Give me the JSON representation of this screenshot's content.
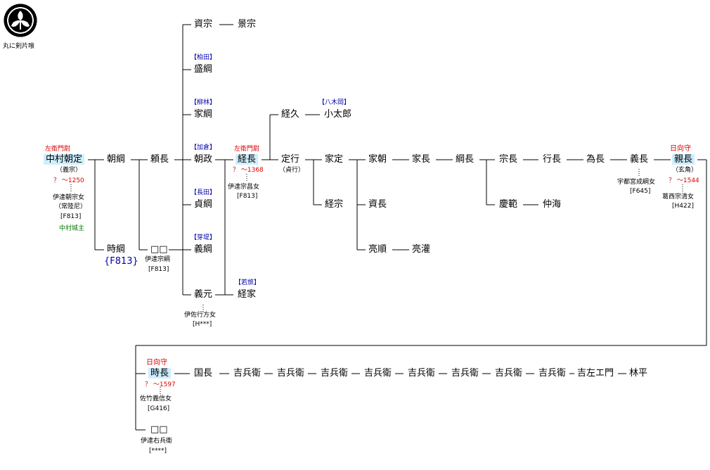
{
  "crest": {
    "label": "丸に剣片喰",
    "icon": "crest-icon"
  },
  "people": {
    "asamune": "資宗",
    "kagemune": "景宗",
    "moritsuna": "盛綱",
    "ietsuna": "家綱",
    "tomomasa": "朝政",
    "sadatsuna": "貞綱",
    "yoshitsuna": "義綱",
    "yoshimoto": "義元",
    "tsuneie": "経家",
    "tomosada": "中村朝定",
    "tomotsuna": "朝綱",
    "yorinaga": "頼長",
    "tokitsuna": "時綱",
    "unknown1": "□□",
    "tsunenaga": "経長",
    "tsunehisa": "経久",
    "kotaro": "小太郎",
    "sadayuki": "定行",
    "iesada": "家定",
    "tsunemune": "経宗",
    "ietomo": "家朝",
    "ienaga": "家長",
    "tsunanaga": "綱長",
    "munenaga": "宗長",
    "yukinaga": "行長",
    "tamenaga": "為長",
    "yoshinaga": "義長",
    "chikanaga": "親長",
    "sukenaga": "資長",
    "ryojun": "亮順",
    "ryokan": "亮灌",
    "keihan": "慶範",
    "chukai": "仲海",
    "tokinaga": "時長",
    "kuninaga": "国長",
    "kichibee": "吉兵衛",
    "kichizaemon": "吉左エ門",
    "rinpei": "林平",
    "unknown2": "□□"
  },
  "titles": {
    "saemonnojo": "左衛門尉",
    "hyuganokami": "日向守"
  },
  "branches": {
    "kashiwada": "【柏田】",
    "yanagibayashi": "【柳林】",
    "kagura": "【加倉】",
    "nagata": "【長田】",
    "hagatsutsumi": "【芽堤】",
    "wakatabi": "【若旅】",
    "yakioka": "【八木岡】"
  },
  "notes": {
    "tomosada_alt": "（義宗）",
    "tomosada_date": "？ 〜1250",
    "tomosada_wife": "伊達朝宗女",
    "tomosada_wife_alt": "（常陸尼）",
    "ref_f813": "[F813]",
    "castle_lord": "中村城主",
    "tokitsuna_ref": "{F813}",
    "unknown1_wife": "伊達宗綱",
    "tsunenaga_date": "？ 〜1368",
    "tsunenaga_wife": "伊達宗昌女",
    "sadayuki_alt": "（貞行）",
    "yoshimoto_wife": "伊佐行方女",
    "yoshimoto_ref": "[H***]",
    "yoshinaga_wife": "宇都宮成綱女",
    "yoshinaga_ref": "[F645]",
    "chikanaga_alt": "（玄角）",
    "chikanaga_date": "？ 〜1544",
    "chikanaga_wife": "葛西宗清女",
    "chikanaga_ref": "[H422]",
    "tokinaga_date": "？ 〜1597",
    "tokinaga_wife": "佐竹義信女",
    "tokinaga_ref": "[G416]",
    "unknown2_wife": "伊達右兵衛",
    "unknown2_ref": "[****]"
  }
}
